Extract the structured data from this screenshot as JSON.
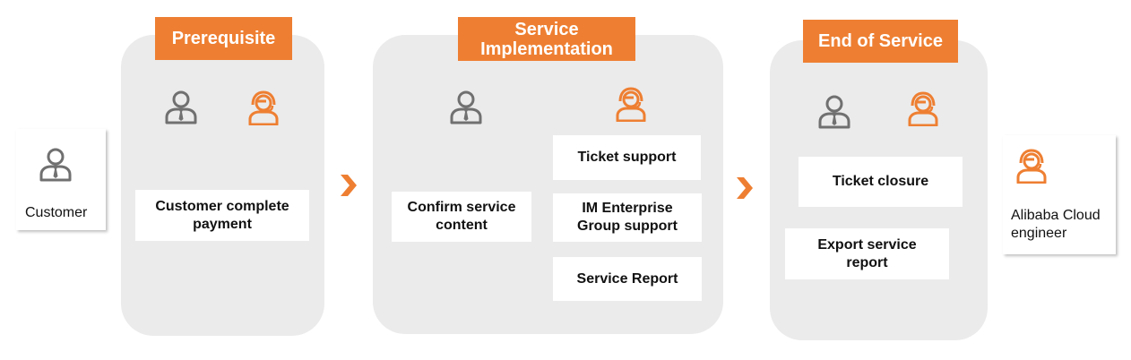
{
  "colors": {
    "accent": "#ee7f32",
    "icon_gray": "#707070",
    "panel": "#ebebeb"
  },
  "actors": {
    "customer": {
      "label": "Customer",
      "icon": "customer-icon"
    },
    "engineer": {
      "label": "Alibaba Cloud engineer",
      "icon": "engineer-headset-icon"
    }
  },
  "stages": [
    {
      "title": "Prerequisite",
      "customer_steps": [
        "Customer complete payment"
      ],
      "engineer_steps": []
    },
    {
      "title": "Service Implementation",
      "customer_steps": [
        "Confirm service content"
      ],
      "engineer_steps": [
        "Ticket support",
        "IM Enterprise Group support",
        "Service Report"
      ]
    },
    {
      "title": "End of Service",
      "customer_steps": [],
      "engineer_steps": [
        "Ticket closure",
        "Export service report"
      ]
    }
  ]
}
